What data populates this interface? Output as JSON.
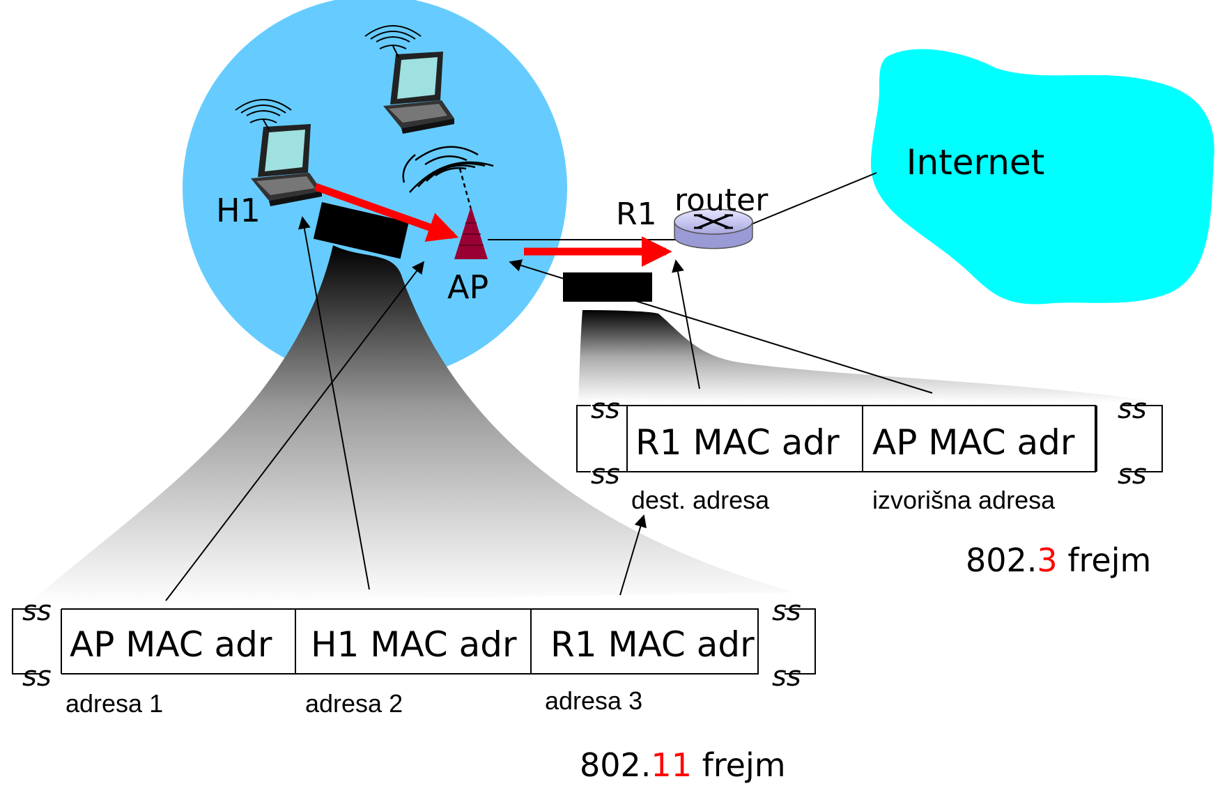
{
  "colors": {
    "bss_circle": "#66ccff",
    "internet_cloud": "#00ffff",
    "transmit_arrow": "#ff0000",
    "highlight_number": "#ff0000",
    "frame_block": "#000000",
    "ap_antenna": "#990033",
    "router_body": "#ccccff"
  },
  "icons": {
    "laptop": "laptop-icon",
    "wireless": "wireless-waves-icon",
    "antenna": "access-point-antenna-icon",
    "router": "router-icon",
    "cloud": "internet-cloud-icon"
  },
  "nodes": {
    "h1_label": "H1",
    "ap_label": "AP",
    "r1_label": "R1",
    "router_label": "router",
    "internet_label": "Internet"
  },
  "frame_80211": {
    "fields": [
      "AP MAC adr",
      "H1 MAC adr",
      "R1 MAC adr"
    ],
    "field_labels": [
      "adresa 1",
      "adresa 2",
      "adresa 3"
    ],
    "title_prefix": "802.",
    "title_number": "11",
    "title_suffix": " frejm",
    "break_mark": "ss"
  },
  "frame_8023": {
    "fields": [
      "R1 MAC adr",
      "AP MAC adr"
    ],
    "field_labels": [
      "dest. adresa",
      "izvorišna adresa"
    ],
    "title_prefix": "802.",
    "title_number": "3",
    "title_suffix": " frejm",
    "break_mark": "ss"
  }
}
